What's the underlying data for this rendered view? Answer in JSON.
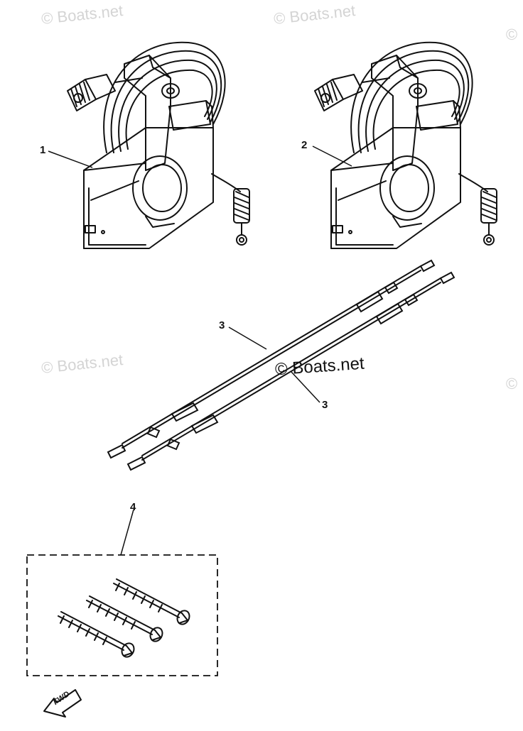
{
  "watermarks": [
    "© Boats.net",
    "© Boats.net",
    "©",
    "© Boats.net",
    "©"
  ],
  "center_watermark": "© Boats.net",
  "callouts": {
    "part1": "1",
    "part2": "2",
    "part3a": "3",
    "part3b": "3",
    "part4": "4"
  },
  "fwd_label": "FWD",
  "colors": {
    "line": "#111111",
    "watermark": "#d4d4d4",
    "background": "#ffffff"
  }
}
